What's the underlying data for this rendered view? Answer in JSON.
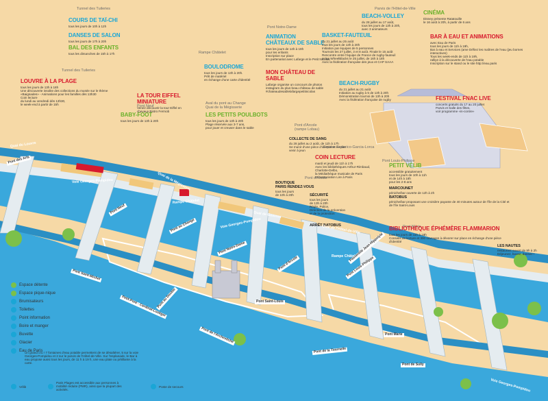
{
  "colors": {
    "land": "#f6d9a6",
    "water": "#3aa8dc",
    "water_light": "#7cc8ea",
    "quay": "#e5ecf0",
    "grass": "#7cc04a",
    "accent_blue": "#1aa6d6",
    "accent_red": "#d7192d",
    "accent_green": "#6bb12b"
  },
  "places": [
    {
      "id": "tuileries1",
      "text": "Tunnel des Tuileries"
    },
    {
      "id": "tuileries2",
      "text": "Tunnel des Tuileries"
    },
    {
      "id": "pontneuf",
      "text": "Pont Neuf"
    },
    {
      "id": "rampechatelet",
      "text": "Rampe Châtelet"
    },
    {
      "id": "avalpont",
      "text": "Aval du pont au Change\nQuai de la Mégisserie"
    },
    {
      "id": "pontnd",
      "text": "Pont Notre-Dame"
    },
    {
      "id": "pontarcole",
      "text": "Pont d'Arcole\n(rampe Lobau)"
    },
    {
      "id": "pontarcole2",
      "text": "Pont d'Arcole"
    },
    {
      "id": "squarefgl",
      "text": "Square Federico-Garcia-Lorca"
    },
    {
      "id": "pontlp",
      "text": "Pont Louis-Philippe"
    },
    {
      "id": "pontmarie",
      "text": "Pont Marie"
    },
    {
      "id": "parvis",
      "text": "Parvis de l'Hôtel-de-Ville"
    }
  ],
  "activities": [
    {
      "id": "taichi",
      "title": "Cours de taï-chi",
      "color": "blue",
      "desc": "tous les jours de 10h à 12h"
    },
    {
      "id": "salon",
      "title": "Danses de salon",
      "color": "blue",
      "desc": "tous les jours de 17h à 20h"
    },
    {
      "id": "bal",
      "title": "Bal des enfants",
      "color": "green",
      "desc": "tous les dimanches de 15h à 17h"
    },
    {
      "id": "louvre",
      "title": "Louvre à la plage",
      "color": "red",
      "desc": "tous les jours de 13h à 18h\nUne découverte insolite des collections du musée sur le thème «Baignades» - Animations pour les familles dès 13h30\nCoin lecture\ndu lundi au vendredi dès 13h30,\nle week-end à partir de 15h"
    },
    {
      "id": "eiffel",
      "title": "La tour Eiffel miniature",
      "color": "red",
      "desc": "Venez découvrir la tour Eiffel en chevaux Bistro Fermob"
    },
    {
      "id": "babyfoot",
      "title": "Baby-foot",
      "color": "green",
      "desc": "tous les jours de 13h à 20h"
    },
    {
      "id": "boulodrome",
      "title": "Boulodrome",
      "color": "blue",
      "desc": "tous les jours de 13h à 20h.\nPrêt de matériel\nen échange d'une carte d'identité"
    },
    {
      "id": "poulbots",
      "title": "Les petits poulbots",
      "color": "green",
      "desc": "tous les jours de 13h à 20h\nPlage réservée aux 3-7 ans,\npour jouer et creuser dans le sable"
    },
    {
      "id": "animation",
      "title": "Animation\nchâteaux de sable",
      "color": "blue",
      "desc": "tous les jours de 14h à 19h\npour les enfants\nInscription sur place\nEn partenariat avec Lafarge et le Petit Nicolas"
    },
    {
      "id": "monchateau",
      "title": "Mon château de sable",
      "color": "red",
      "desc": "Lafarge organise un concours de photos instagram du plus beau château de sable\n#chateaudesablelafargepetitnicolas"
    },
    {
      "id": "collecte",
      "title": "Collecte de sang",
      "color": "dark",
      "desc": "du 28 juillet au 2 août, de 11h à 17h\nSe munir d'une pièce d'identité et ne pas venir à jeun"
    },
    {
      "id": "coinlecture",
      "title": "Coin lecture",
      "color": "red",
      "desc": "mardi et jeudi de 11h à 17h\nAvec les bibliothèques Arthur-Rimbaud, Charlotte-Delbo,\nla Médiathèque musicale de Paris\net l'association Lire à Paris"
    },
    {
      "id": "boutique",
      "title": "Boutique\nParis rendez-vous",
      "color": "dark",
      "desc": "tous les jours\nde 10h à 20h"
    },
    {
      "id": "securite",
      "title": "Sécurité",
      "color": "dark",
      "desc": "tous les jours\nde 13h à 20h\nRègle, Police,\nDirection de la prévention\net de la protection"
    },
    {
      "id": "arret",
      "title": "Arrêt Batobus",
      "color": "dark",
      "desc": ""
    },
    {
      "id": "petitvelib",
      "title": "Petit Vélib",
      "color": "green",
      "desc": "accessible gratuitement\ntous les jours de 10h à 11h\net de 14h à 18h\npour les 2-8 ans"
    },
    {
      "id": "marcounet",
      "title": "Marcounet",
      "color": "dark",
      "desc": "péniche/bar ouverte de 12h à 2h"
    },
    {
      "id": "batobus",
      "title": "Batobus",
      "color": "dark",
      "desc": "péniche/bar proposant une croisière payante de 40 minutes autour de l'île de la Cité et de l'île Saint-Louis"
    },
    {
      "id": "flammarion",
      "title": "Bibliothèque éphémère Flammarion",
      "color": "red",
      "desc": "tous les jours de 11h à 19h\nConseils de lecture et 300 ouvrages à dévorer sur place en échange d'une pièce d'identité"
    },
    {
      "id": "nautes",
      "title": "Les Nautes",
      "color": "dark",
      "desc": "restaurant ouvert de 9h à 2h\nDéjeunez, buvez, dansez !"
    },
    {
      "id": "beachvolley",
      "title": "Beach-volley",
      "color": "blue",
      "desc": "du 28 juillet au 17 août,\ntous les jours de 13h à 20h,\navec 3 animateurs"
    },
    {
      "id": "cinema",
      "title": "Cinéma",
      "color": "green",
      "desc": "Disney présente Ratatouille\nle 16 août à 20h, à partir de 6 ans"
    },
    {
      "id": "basket",
      "title": "Basket-fauteuil",
      "color": "blue",
      "desc": "du 21 juillet au 25 août\ntous les jours de 13h à 20h\nInitiation par équipes de 5 personnes\nTournois les 27 juillet, 3 et 8 août. Finale le 15 août\nRencontre entre l'équipe de France de rugby-fauteuil\net les WheelBlacks le 25 juillet, de 16h à 18h\nAvec la fédération française des jeux et CAP SAAA"
    },
    {
      "id": "bareau",
      "title": "Bar à eau et animations",
      "color": "red",
      "desc": "avec Eau de Paris\ntous les jours de 11h à 19h,\nBar à eau et Services (ame Défiez les maîtres de l'eau (jeu bornes interactives)\nTous les week-ends de 11h à 19h,\nralliye à la découverte de l'eau potable\nInscription sur le stand ou le site http://eau.paris"
    },
    {
      "id": "beachrugby",
      "title": "Beach-rugby",
      "color": "blue",
      "desc": "du 21 juillet au 21 août\nInitiation au rugby à 5 de 13h à 20h\nDémonstration tournoi de 13h à 20h\nAvec la fédération française de rugby"
    },
    {
      "id": "fnac",
      "title": "Festival Fnac Live",
      "color": "red",
      "desc": "concerts gratuits du 17 au 20 juillet\nParvis et Salle des fêtes,\nvoir programme «in-contre»"
    }
  ],
  "roads": [
    {
      "id": "quailouvre",
      "text": "Quai du Louvre"
    },
    {
      "id": "pontarts",
      "text": "Pont des Arts"
    },
    {
      "id": "vgp1",
      "text": "Voie Georges-Pompidou"
    },
    {
      "id": "pontneuf2",
      "text": "Pont Neuf"
    },
    {
      "id": "quaimeg",
      "text": "Quai de la Mégisserie"
    },
    {
      "id": "rampechat2",
      "text": "Rampe Châtelet"
    },
    {
      "id": "pontchange",
      "text": "Pont au Change"
    },
    {
      "id": "vgp2",
      "text": "Voie Georges-Pompidou"
    },
    {
      "id": "quaigesvres",
      "text": "Quai de Gesvres"
    },
    {
      "id": "pontnd2",
      "text": "Pont Notre-Dame"
    },
    {
      "id": "pontarcole3",
      "text": "Pont d'Arcole"
    },
    {
      "id": "quaihdv",
      "text": "Quai de l'Hôtel-de-Ville"
    },
    {
      "id": "rampechat3",
      "text": "Rampe Châtelet"
    },
    {
      "id": "passerelle",
      "text": "Passerelle Jean-Hippolyte"
    },
    {
      "id": "pontstmichel",
      "text": "Pont Saint-Michel"
    },
    {
      "id": "petitpont",
      "text": "Petit-Pont - Cardinal-Lustiger"
    },
    {
      "id": "pontdouble",
      "text": "Pont au Double"
    },
    {
      "id": "pontarch",
      "text": "Pont de l'Archevêché"
    },
    {
      "id": "pontstlouis",
      "text": "Pont Saint-Louis"
    },
    {
      "id": "pontlp2",
      "text": "Pont Louis-Philippe"
    },
    {
      "id": "quaitournelle",
      "text": "Pont de la Tournelle"
    },
    {
      "id": "pontmarie2",
      "text": "Pont Marie"
    },
    {
      "id": "pontsully",
      "text": "Pont de Sully"
    },
    {
      "id": "vgp3",
      "text": "Voie Georges-Pompidou"
    }
  ],
  "legend": [
    {
      "label": "Espace détente",
      "icon": "deckchair-icon",
      "color": "#7cc04a"
    },
    {
      "label": "Espace pique-nique",
      "icon": "picnic-icon",
      "color": "#7cc04a"
    },
    {
      "label": "Brumisateurs",
      "icon": "mist-icon",
      "color": "#1aa6d6"
    },
    {
      "label": "Toilettes",
      "icon": "toilet-icon",
      "color": "#1aa6d6"
    },
    {
      "label": "Point information",
      "icon": "info-icon",
      "color": "#1aa6d6"
    },
    {
      "label": "Boire et manger",
      "icon": "food-icon",
      "color": "#1aa6d6"
    },
    {
      "label": "Buvette",
      "icon": "drink-icon",
      "color": "#1aa6d6"
    },
    {
      "label": "Glacier",
      "icon": "icecream-icon",
      "color": "#1aa6d6"
    },
    {
      "label": "Eau de Paris",
      "icon": "water-icon",
      "color": "#1aa6d6"
    }
  ],
  "footnote": "Un grand cru ! 7 fontaines d'eau potable permettent de se désaltérer, 5 sur la voie Georges-Pompidou et 2 sur le parvis de l'Hôtel-de-Ville. Sur l'esplanade, le Bar à eau propose aussi tous les jours, de 11 h à 19 h, une eau plate ou pétillante à la carte.",
  "bottom_legend": [
    {
      "label": "Vélib",
      "icon": "bike-icon"
    },
    {
      "label": "Paris Plages est accessible aux personnes à mobilité réduite (PMR), ainsi que la plupart des activités.",
      "icon": "wheelchair-icon"
    },
    {
      "label": "Poste de secours",
      "icon": "firstaid-icon"
    }
  ]
}
